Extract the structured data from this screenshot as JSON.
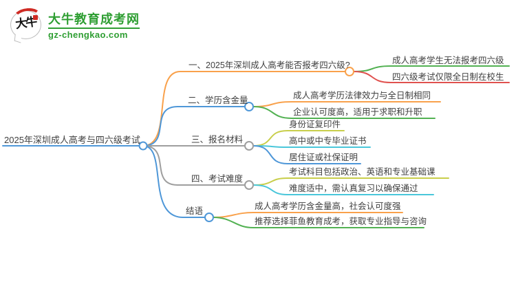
{
  "logo": {
    "icon_text": "大牛",
    "icon": "daniu-speech-bubble-logo",
    "title": "大牛教育成考网",
    "domain": "gz-chengkao.com",
    "brand_color": "#2e9e32",
    "seal_color": "#cf2b24"
  },
  "mindmap": {
    "root": {
      "label": "2025年深圳成人高考与四六级考试",
      "color": "#4e97d8"
    },
    "branches": [
      {
        "label": "一、2025年深圳成人高考能否报考四六级?",
        "color": "#f9a14b",
        "children": [
          {
            "label": "成人高考学生无法报考四六级",
            "color": "#52b152"
          },
          {
            "label": "四六级考试仅限全日制在校生",
            "color": "#e0514e"
          }
        ]
      },
      {
        "label": "二、学历含金量",
        "color": "#4e97d8",
        "children": [
          {
            "label": "成人高考学历法律效力与全日制相同",
            "color": "#f9a14b"
          },
          {
            "label": "企业认可度高，适用于求职和升职",
            "color": "#52b152"
          }
        ]
      },
      {
        "label": "三、报名材料",
        "color": "#9e9e9e",
        "children": [
          {
            "label": "身份证复印件",
            "color": "#c8ce4a"
          },
          {
            "label": "高中或中专毕业证书",
            "color": "#49c6da"
          },
          {
            "label": "居住证或社保证明",
            "color": "#4e97d8"
          }
        ]
      },
      {
        "label": "四、考试难度",
        "color": "#9e9e9e",
        "children": [
          {
            "label": "考试科目包括政治、英语和专业基础课",
            "color": "#c8ce4a"
          },
          {
            "label": "难度适中，需认真复习以确保通过",
            "color": "#49c6da"
          }
        ]
      },
      {
        "label": "结语",
        "color": "#4e97d8",
        "children": [
          {
            "label": "成人高考学历含金量高，社会认可度强",
            "color": "#f9a14b"
          },
          {
            "label": "推荐选择菲鱼教育成考，获取专业指导与咨询",
            "color": "#52b152"
          }
        ]
      }
    ]
  }
}
